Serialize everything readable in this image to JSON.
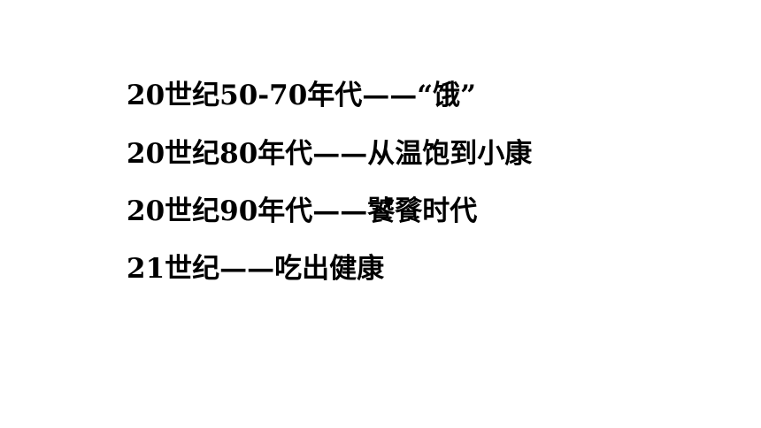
{
  "lines": [
    "20世纪50-70年代——“饿”",
    "20世纪80年代——从温饱到小康",
    "20世纪90年代——饕餮时代",
    "21世纪——吃出健康"
  ]
}
